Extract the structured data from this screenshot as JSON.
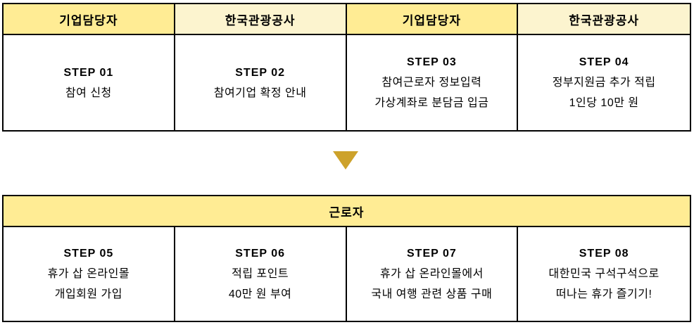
{
  "colors": {
    "header_dark": "#FFEC94",
    "header_light": "#FCF4CF",
    "border": "#000000",
    "text": "#000000",
    "arrow": "#CDA22B",
    "background": "#FFFFFF"
  },
  "top_table": {
    "headers": [
      "기업담당자",
      "한국관광공사",
      "기업담당자",
      "한국관광공사"
    ],
    "cells": [
      {
        "step": "STEP 01",
        "lines": [
          "참여 신청"
        ]
      },
      {
        "step": "STEP 02",
        "lines": [
          "참여기업 확정 안내"
        ]
      },
      {
        "step": "STEP 03",
        "lines": [
          "참여근로자 정보입력",
          "가상계좌로 분담금 입금"
        ]
      },
      {
        "step": "STEP 04",
        "lines": [
          "정부지원금 추가 적립",
          "1인당 10만 원"
        ]
      }
    ]
  },
  "arrow": {
    "glyph": "▼",
    "color": "#CDA22B"
  },
  "bottom_table": {
    "header": "근로자",
    "cells": [
      {
        "step": "STEP 05",
        "lines": [
          "휴가 삽 온라인몰",
          "개입회원 가입"
        ]
      },
      {
        "step": "STEP 06",
        "lines": [
          "적립 포인트",
          "40만 원 부여"
        ]
      },
      {
        "step": "STEP 07",
        "lines": [
          "휴가 삽 온라인몰에서",
          "국내 여행 관련 상품 구매"
        ]
      },
      {
        "step": "STEP 08",
        "lines": [
          "대한민국 구석구석으로",
          "떠나는 휴가 즐기기!"
        ]
      }
    ]
  }
}
